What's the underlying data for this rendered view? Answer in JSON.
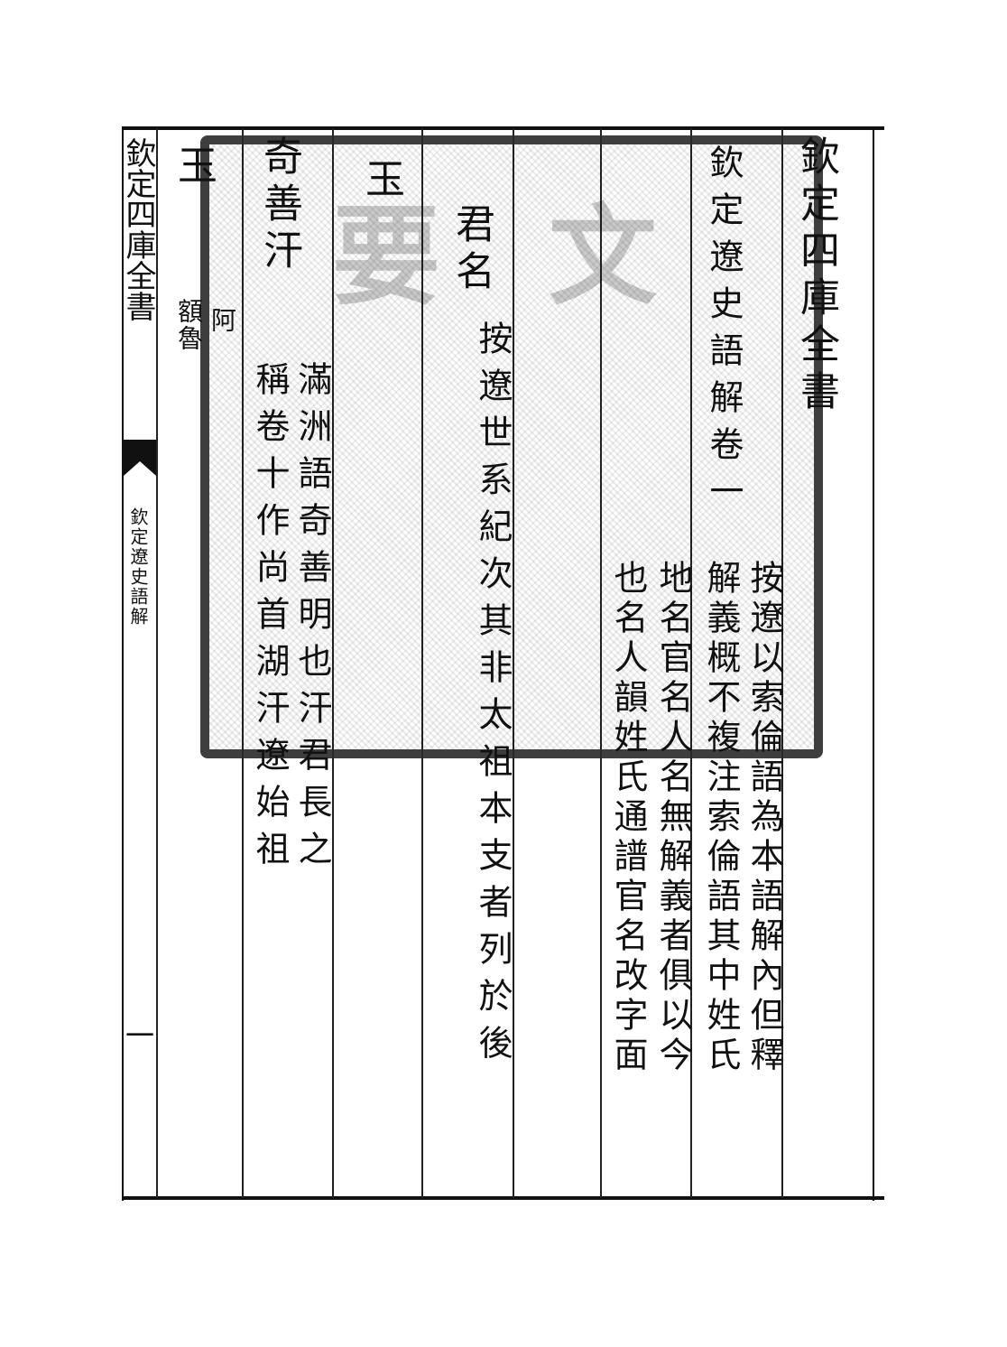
{
  "fold": {
    "title": "欽定四庫全書",
    "subtitle": "欽定遼史語解",
    "page_number": "一"
  },
  "seal": {
    "name": "seal-stamp-overlay"
  },
  "columns": [
    {
      "id": "c1",
      "text": "欽定四庫全書"
    },
    {
      "id": "c2",
      "text": "欽定遼史語解卷一"
    },
    {
      "id": "c3",
      "text": "按遼以索倫語為本語解內但釋"
    },
    {
      "id": "c4",
      "text": "解義概不複注索倫語其中姓氏"
    },
    {
      "id": "c5",
      "text": "地名官名人名無解義者俱以今"
    },
    {
      "id": "c6",
      "text": "也名人韻姓氏通譜官名改字面"
    },
    {
      "id": "c7",
      "text": "君名"
    },
    {
      "id": "c8",
      "text": "按遼世系紀次其非太祖本支者列於後"
    },
    {
      "id": "c9",
      "text": "玉"
    },
    {
      "id": "c10",
      "text": "滿洲語奇善明也汗君長之"
    },
    {
      "id": "c11",
      "text": "奇善汗"
    },
    {
      "id": "c12",
      "text": "稱卷十作尚首湖汗遼始祖"
    },
    {
      "id": "c13",
      "text": "阿"
    },
    {
      "id": "c14",
      "text": "額魯"
    },
    {
      "id": "c15",
      "text": "玉"
    }
  ]
}
